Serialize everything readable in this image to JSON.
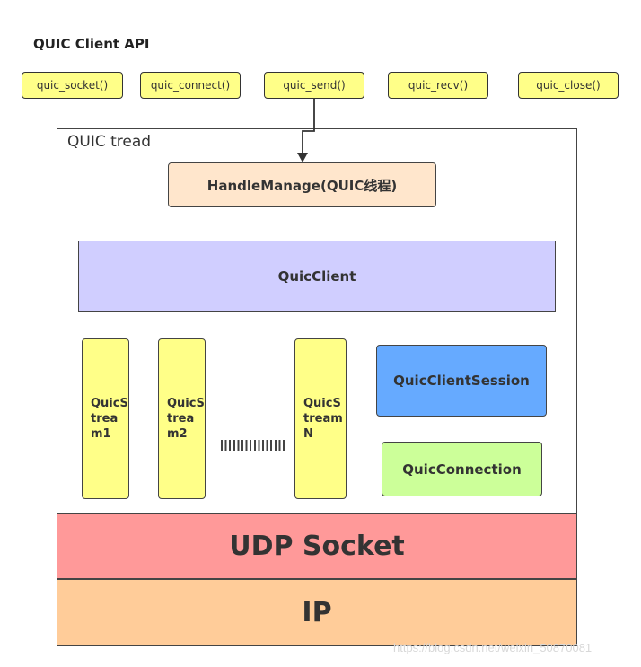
{
  "api": {
    "title": "QUIC Client API",
    "functions": [
      "quic_socket()",
      "quic_connect()",
      "quic_send()",
      "quic_recv()",
      "quic_close()"
    ]
  },
  "thread": {
    "label": "QUIC tread",
    "handle_manage": "HandleManage(QUIC线程)",
    "quic_client": "QuicClient",
    "streams": [
      "QuicStream1",
      "QuicStream2",
      "QuicStreamN"
    ],
    "session": "QuicClientSession",
    "connection": "QuicConnection"
  },
  "layers": {
    "udp": "UDP Socket",
    "ip": "IP"
  },
  "watermark": "https://blog.csdn.net/weixin_50870081",
  "colors": {
    "api_button": "#ffff88",
    "handle_manage": "#ffe6cc",
    "quic_client": "#d0ceff",
    "stream": "#ffff88",
    "session": "#66aaff",
    "connection": "#ccff99",
    "udp": "#ff9999",
    "ip": "#ffcc99"
  }
}
